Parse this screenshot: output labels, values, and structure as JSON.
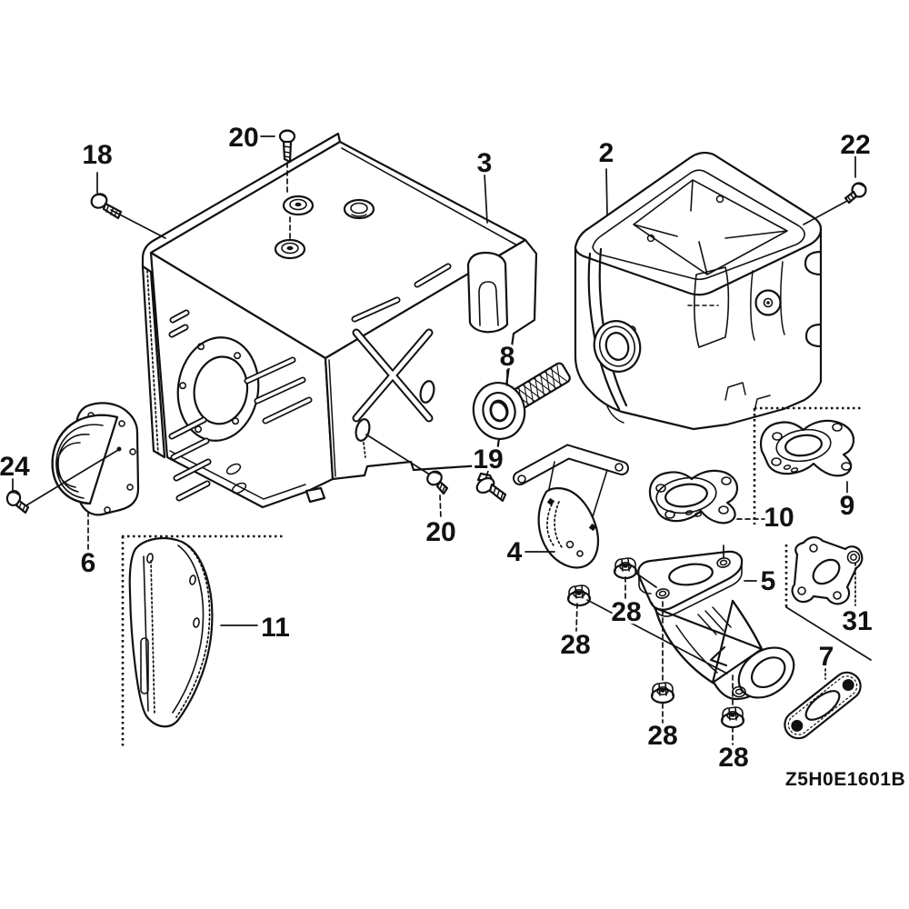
{
  "diagram": {
    "code": "Z5H0E1601B",
    "background_color": "#ffffff",
    "line_color": "#111111",
    "part_labels": {
      "p18": "18",
      "p20_top": "20",
      "p3": "3",
      "p2": "2",
      "p22": "22",
      "p8": "8",
      "p19": "19",
      "p24": "24",
      "p6": "6",
      "p20_lower": "20",
      "p11": "11",
      "p4": "4",
      "p5": "5",
      "p10": "10",
      "p9": "9",
      "p31": "31",
      "p7": "7",
      "p28_a": "28",
      "p28_b": "28",
      "p28_c": "28",
      "p28_d": "28"
    }
  }
}
